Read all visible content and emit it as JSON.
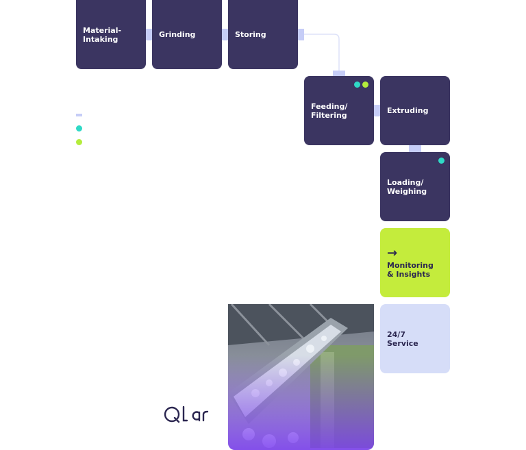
{
  "steps": [
    {
      "label": "Material-\nIntaking"
    },
    {
      "label": "Grinding"
    },
    {
      "label": "Storing"
    },
    {
      "label": "Feeding/\nFiltering"
    },
    {
      "label": "Extruding"
    },
    {
      "label": "Loading/\nWeighing"
    },
    {
      "label": "Monitoring\n& Insights"
    },
    {
      "label": "24/7\nService"
    }
  ],
  "legend": [
    "",
    "",
    ""
  ],
  "brand": {
    "name": "Qlar"
  },
  "colors": {
    "dark": "#3b3561",
    "lime": "#c4ec3c",
    "lilac": "#d6ddf8",
    "teal": "#2fd9c6",
    "green": "#b4ec3c"
  },
  "icons": {
    "monitoring": "arrow-right-icon"
  }
}
